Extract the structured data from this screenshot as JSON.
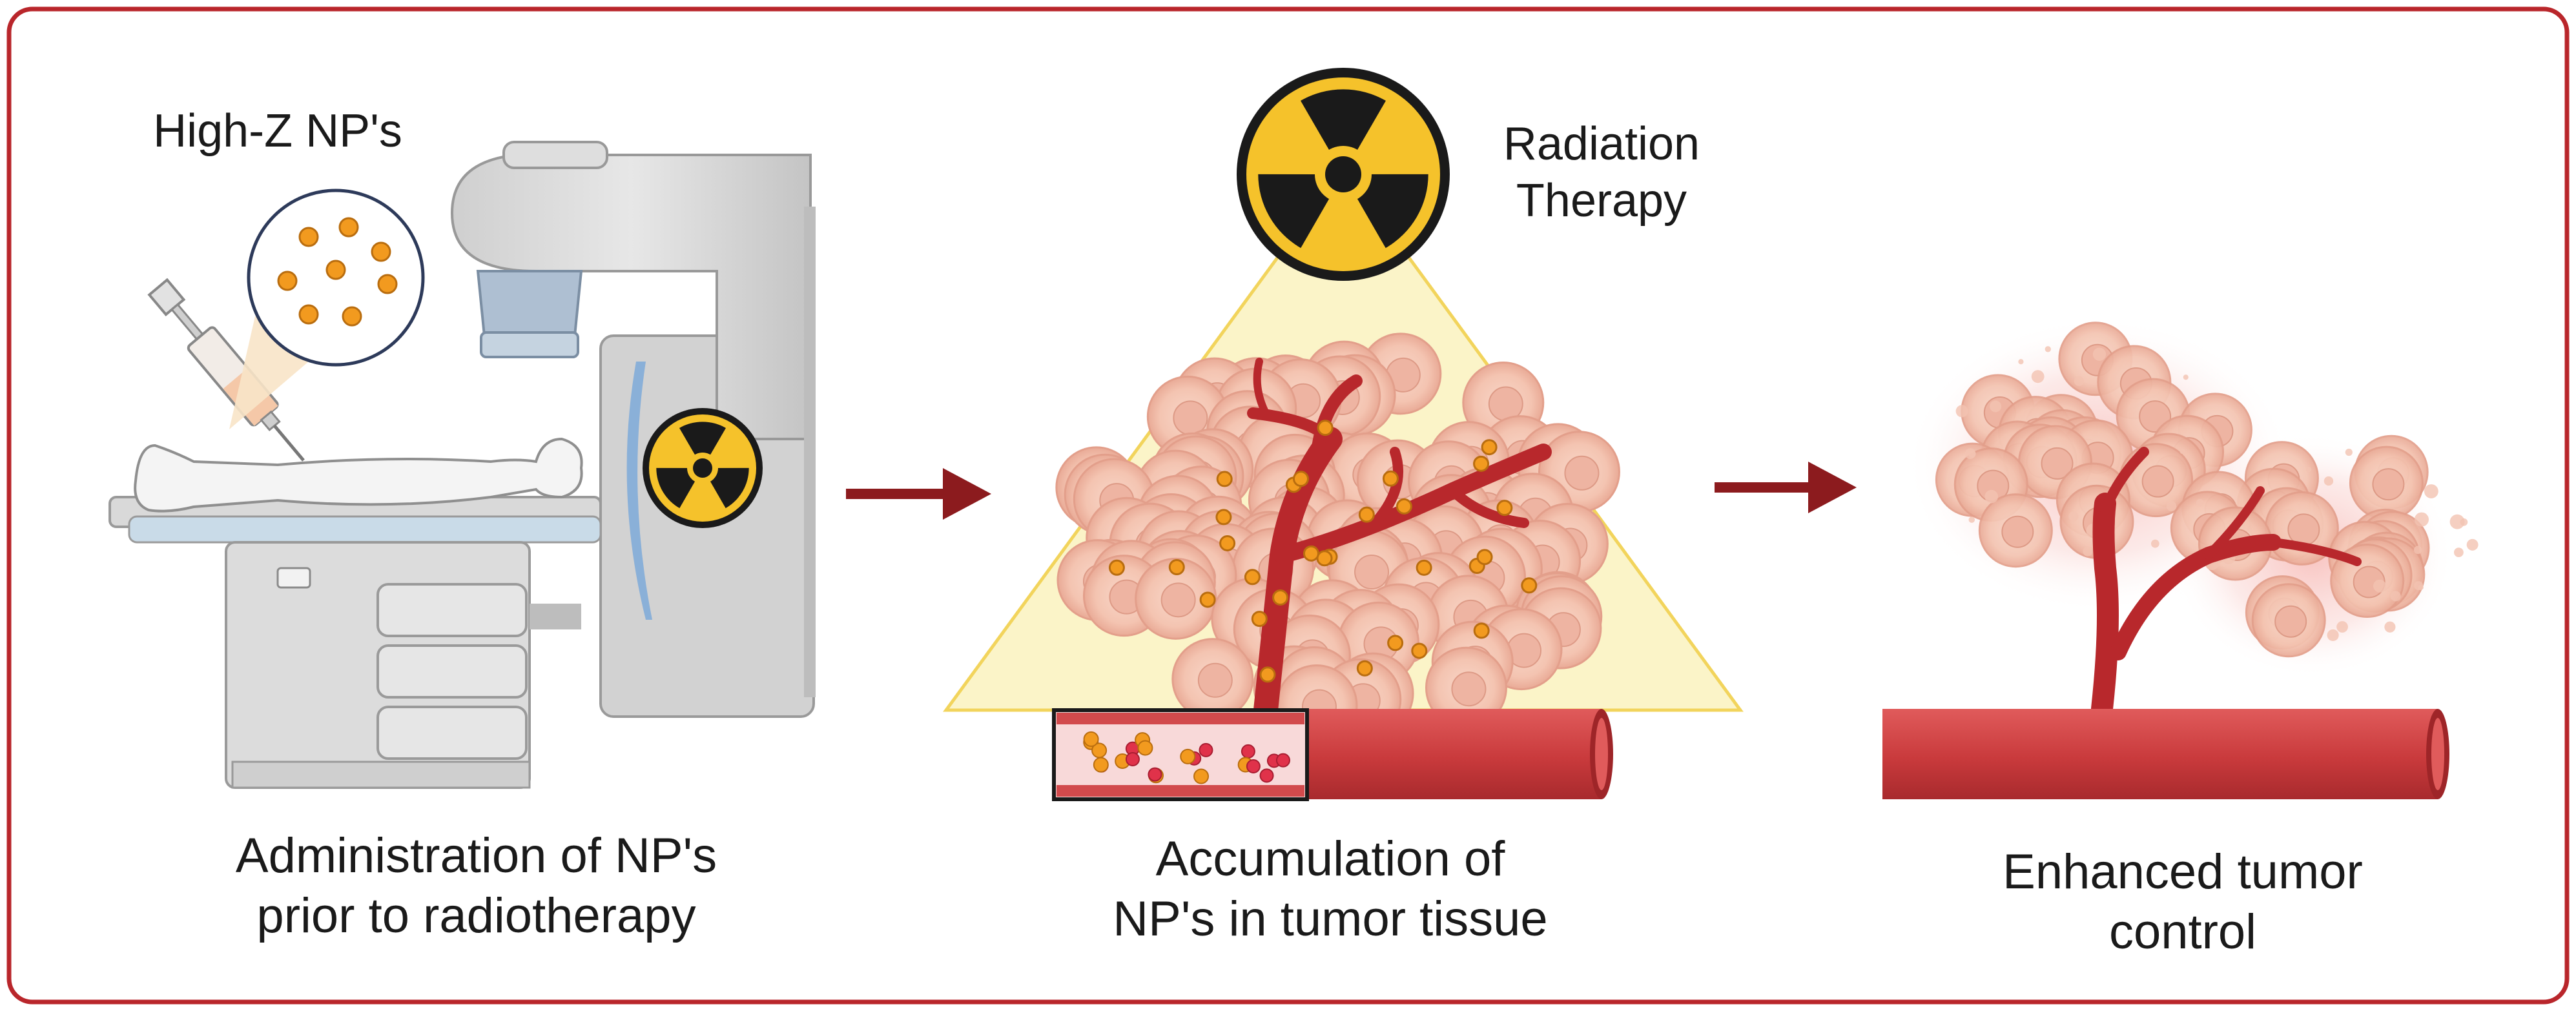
{
  "panels": [
    {
      "caption_line1": "Administration of NP's",
      "caption_line2": "prior to radiotherapy",
      "inset_label": "High-Z NP's"
    },
    {
      "caption_line1": "Accumulation of",
      "caption_line2": "NP's in tumor tissue",
      "beam_label_line1": "Radiation",
      "beam_label_line2": "Therapy"
    },
    {
      "caption_line1": "Enhanced tumor",
      "caption_line2": "control"
    }
  ],
  "colors": {
    "frame": "#b9262b",
    "arrow": "#8c1b1e",
    "vessel": "#c93a3c",
    "nanoparticle": "#f29a1f",
    "radiation_yellow": "#f5c22b",
    "tumor_cell": "#f6c9b8",
    "beam": "#fbf4c8"
  },
  "icons": [
    "radiation-trefoil-icon",
    "syringe-icon",
    "linac-machine-icon",
    "patient-body-icon",
    "arrow-right-icon"
  ]
}
